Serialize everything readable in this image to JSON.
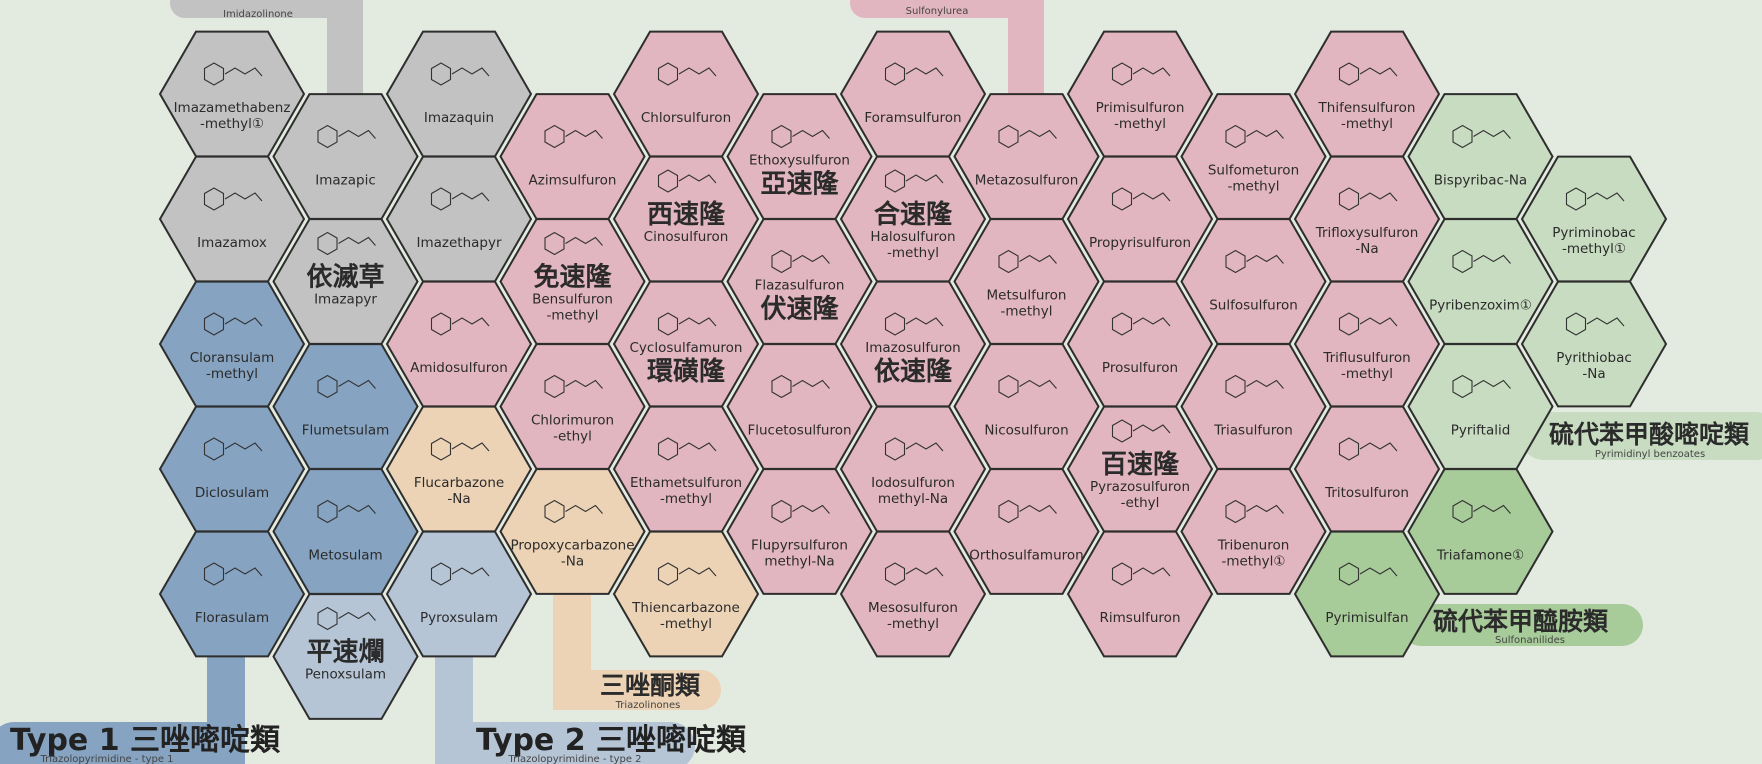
{
  "colors": {
    "background": "#e3ebe0",
    "imidazolinone": "#c2c2c2",
    "tp1": "#86a3c1",
    "tp2": "#b6c5d6",
    "triazolinone": "#ecd3b6",
    "sulfonylurea": "#e2b6c0",
    "pyrimidinyl_benzoate": "#c8dcc1",
    "sulfonanilide": "#a8cb9a"
  },
  "groups": {
    "imidazolinone": {
      "en": "Imidazolinone"
    },
    "sulfonylurea": {
      "en": "Sulfonylurea"
    },
    "tp1": {
      "zh": "Type 1 三唑嘧啶類",
      "en": "Triazolopyrimidine - type 1"
    },
    "tp2": {
      "zh": "Type 2 三唑嘧啶類",
      "en": "Triazolopyrimidine - type 2"
    },
    "triazolinone": {
      "zh": "三唑酮類",
      "en": "Triazolinones"
    },
    "pyrimidinyl_benzoate": {
      "zh": "硫代苯甲酸嘧啶類",
      "en": "Pyrimidinyl benzoates"
    },
    "sulfonanilide": {
      "zh": "硫代苯甲醯胺類",
      "en": "Sulfonanilides"
    }
  },
  "compounds": [
    {
      "group": "imidazolinone",
      "col": 0,
      "row": 0,
      "lines": [
        "Imazamethabenz",
        "-methyl①"
      ]
    },
    {
      "group": "imidazolinone",
      "col": 0,
      "row": 1,
      "lines": [
        "Imazamox"
      ]
    },
    {
      "group": "tp1",
      "col": 0,
      "row": 2,
      "lines": [
        "Cloransulam",
        "-methyl"
      ]
    },
    {
      "group": "tp1",
      "col": 0,
      "row": 3,
      "lines": [
        "Diclosulam"
      ]
    },
    {
      "group": "tp1",
      "col": 0,
      "row": 4,
      "lines": [
        "Florasulam"
      ]
    },
    {
      "group": "imidazolinone",
      "col": 1,
      "row": 0,
      "lines": [
        "Imazapic"
      ]
    },
    {
      "group": "imidazolinone",
      "col": 1,
      "row": 1,
      "lines": [
        "Imazapyr"
      ],
      "zh": "依滅草"
    },
    {
      "group": "tp1",
      "col": 1,
      "row": 2,
      "lines": [
        "Flumetsulam"
      ]
    },
    {
      "group": "tp1",
      "col": 1,
      "row": 3,
      "lines": [
        "Metosulam"
      ]
    },
    {
      "group": "tp2",
      "col": 1,
      "row": 4,
      "lines": [
        "Penoxsulam"
      ],
      "zh": "平速爛"
    },
    {
      "group": "imidazolinone",
      "col": 2,
      "row": 0,
      "lines": [
        "Imazaquin"
      ]
    },
    {
      "group": "imidazolinone",
      "col": 2,
      "row": 1,
      "lines": [
        "Imazethapyr"
      ]
    },
    {
      "group": "sulfonylurea",
      "col": 2,
      "row": 2,
      "lines": [
        "Amidosulfuron"
      ]
    },
    {
      "group": "triazolinone",
      "col": 2,
      "row": 3,
      "lines": [
        "Flucarbazone",
        "-Na"
      ]
    },
    {
      "group": "tp2",
      "col": 2,
      "row": 4,
      "lines": [
        "Pyroxsulam"
      ]
    },
    {
      "group": "sulfonylurea",
      "col": 3,
      "row": 0,
      "lines": [
        "Azimsulfuron"
      ]
    },
    {
      "group": "sulfonylurea",
      "col": 3,
      "row": 1,
      "lines": [
        "Bensulfuron",
        "-methyl"
      ],
      "zh": "免速隆"
    },
    {
      "group": "sulfonylurea",
      "col": 3,
      "row": 2,
      "lines": [
        "Chlorimuron",
        "-ethyl"
      ]
    },
    {
      "group": "triazolinone",
      "col": 3,
      "row": 3,
      "lines": [
        "Propoxycarbazone",
        "-Na"
      ]
    },
    {
      "group": "sulfonylurea",
      "col": 4,
      "row": 0,
      "lines": [
        "Chlorsulfuron"
      ]
    },
    {
      "group": "sulfonylurea",
      "col": 4,
      "row": 1,
      "lines": [
        "Cinosulfuron"
      ],
      "zh": "西速隆"
    },
    {
      "group": "sulfonylurea",
      "col": 4,
      "row": 2,
      "lines": [
        "Cyclosulfamuron"
      ],
      "zh": "環磺隆",
      "zhBelow": true
    },
    {
      "group": "sulfonylurea",
      "col": 4,
      "row": 3,
      "lines": [
        "Ethametsulfuron",
        "-methyl"
      ]
    },
    {
      "group": "triazolinone",
      "col": 4,
      "row": 4,
      "lines": [
        "Thiencarbazone",
        "-methyl"
      ]
    },
    {
      "group": "sulfonylurea",
      "col": 5,
      "row": 0,
      "lines": [
        "Ethoxysulfuron"
      ],
      "zh": "亞速隆",
      "zhBelow": true
    },
    {
      "group": "sulfonylurea",
      "col": 5,
      "row": 1,
      "lines": [
        "Flazasulfuron"
      ],
      "zh": "伏速隆",
      "zhBelow": true
    },
    {
      "group": "sulfonylurea",
      "col": 5,
      "row": 2,
      "lines": [
        "Flucetosulfuron"
      ]
    },
    {
      "group": "sulfonylurea",
      "col": 5,
      "row": 3,
      "lines": [
        "Flupyrsulfuron",
        "methyl-Na"
      ]
    },
    {
      "group": "sulfonylurea",
      "col": 6,
      "row": 0,
      "lines": [
        "Foramsulfuron"
      ]
    },
    {
      "group": "sulfonylurea",
      "col": 6,
      "row": 1,
      "lines": [
        "Halosulfuron",
        "-methyl"
      ],
      "zh": "合速隆"
    },
    {
      "group": "sulfonylurea",
      "col": 6,
      "row": 2,
      "lines": [
        "Imazosulfuron"
      ],
      "zh": "依速隆",
      "zhBelow": true
    },
    {
      "group": "sulfonylurea",
      "col": 6,
      "row": 3,
      "lines": [
        "Iodosulfuron",
        "methyl-Na"
      ]
    },
    {
      "group": "sulfonylurea",
      "col": 6,
      "row": 4,
      "lines": [
        "Mesosulfuron",
        "-methyl"
      ]
    },
    {
      "group": "sulfonylurea",
      "col": 7,
      "row": 0,
      "lines": [
        "Metazosulfuron"
      ]
    },
    {
      "group": "sulfonylurea",
      "col": 7,
      "row": 1,
      "lines": [
        "Metsulfuron",
        "-methyl"
      ]
    },
    {
      "group": "sulfonylurea",
      "col": 7,
      "row": 2,
      "lines": [
        "Nicosulfuron"
      ]
    },
    {
      "group": "sulfonylurea",
      "col": 7,
      "row": 3,
      "lines": [
        "Orthosulfamuron"
      ]
    },
    {
      "group": "sulfonylurea",
      "col": 8,
      "row": 0,
      "lines": [
        "Primisulfuron",
        "-methyl"
      ]
    },
    {
      "group": "sulfonylurea",
      "col": 8,
      "row": 1,
      "lines": [
        "Propyrisulfuron"
      ]
    },
    {
      "group": "sulfonylurea",
      "col": 8,
      "row": 2,
      "lines": [
        "Prosulfuron"
      ]
    },
    {
      "group": "sulfonylurea",
      "col": 8,
      "row": 3,
      "lines": [
        "Pyrazosulfuron",
        "-ethyl"
      ],
      "zh": "百速隆"
    },
    {
      "group": "sulfonylurea",
      "col": 8,
      "row": 4,
      "lines": [
        "Rimsulfuron"
      ]
    },
    {
      "group": "sulfonylurea",
      "col": 9,
      "row": 0,
      "lines": [
        "Sulfometuron",
        "-methyl"
      ]
    },
    {
      "group": "sulfonylurea",
      "col": 9,
      "row": 1,
      "lines": [
        "Sulfosulfuron"
      ]
    },
    {
      "group": "sulfonylurea",
      "col": 9,
      "row": 2,
      "lines": [
        "Triasulfuron"
      ]
    },
    {
      "group": "sulfonylurea",
      "col": 9,
      "row": 3,
      "lines": [
        "Tribenuron",
        "-methyl①"
      ]
    },
    {
      "group": "sulfonylurea",
      "col": 10,
      "row": 0,
      "lines": [
        "Thifensulfuron",
        "-methyl"
      ]
    },
    {
      "group": "sulfonylurea",
      "col": 10,
      "row": 1,
      "lines": [
        "Trifloxysulfuron",
        "-Na"
      ]
    },
    {
      "group": "sulfonylurea",
      "col": 10,
      "row": 2,
      "lines": [
        "Triflusulfuron",
        "-methyl"
      ]
    },
    {
      "group": "sulfonylurea",
      "col": 10,
      "row": 3,
      "lines": [
        "Tritosulfuron"
      ]
    },
    {
      "group": "sulfonanilide",
      "col": 10,
      "row": 4,
      "lines": [
        "Pyrimisulfan"
      ]
    },
    {
      "group": "pyrimidinyl_benzoate",
      "col": 11,
      "row": 0,
      "lines": [
        "Bispyribac-Na"
      ]
    },
    {
      "group": "pyrimidinyl_benzoate",
      "col": 11,
      "row": 1,
      "lines": [
        "Pyribenzoxim①"
      ]
    },
    {
      "group": "pyrimidinyl_benzoate",
      "col": 11,
      "row": 2,
      "lines": [
        "Pyriftalid"
      ]
    },
    {
      "group": "sulfonanilide",
      "col": 11,
      "row": 3,
      "lines": [
        "Triafamone①"
      ]
    },
    {
      "group": "pyrimidinyl_benzoate",
      "col": 12,
      "row": 0,
      "lines": [
        "Pyriminobac",
        "-methyl①"
      ]
    },
    {
      "group": "pyrimidinyl_benzoate",
      "col": 12,
      "row": 1,
      "lines": [
        "Pyrithiobac",
        "-Na"
      ]
    }
  ]
}
